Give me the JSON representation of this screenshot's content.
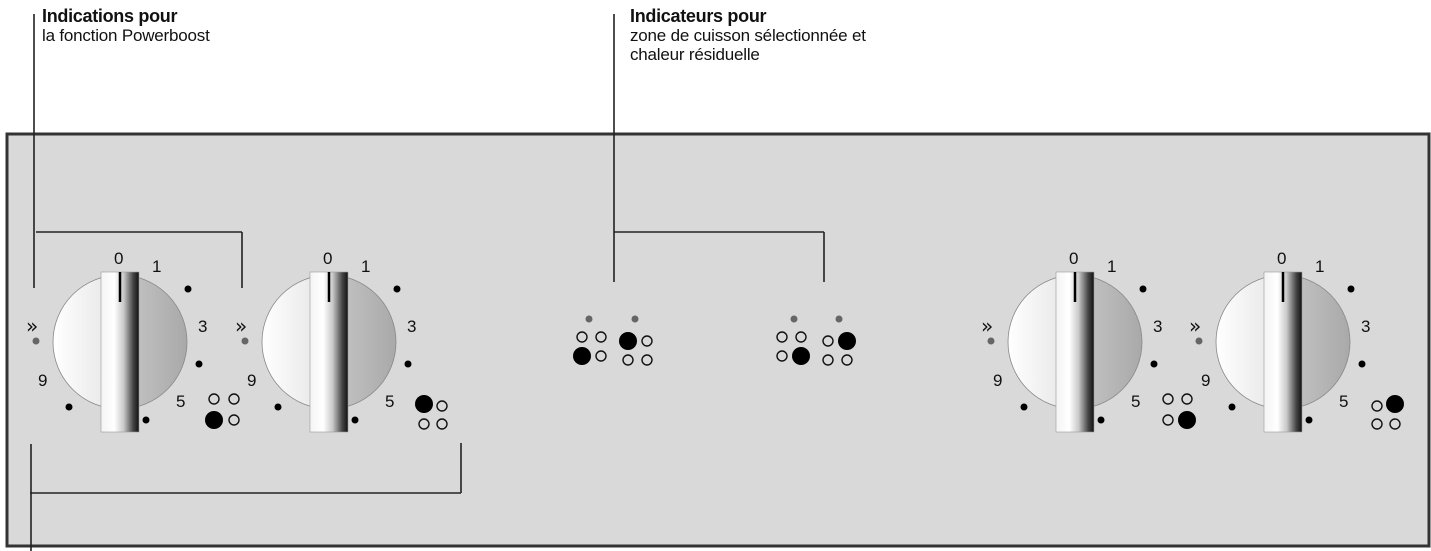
{
  "callouts": {
    "powerboost": {
      "heading": "Indications pour",
      "body_line1": "la fonction Powerboost"
    },
    "zone_indicators": {
      "heading": "Indicateurs pour",
      "body_line1": "zone de cuisson sélectionnée et",
      "body_line2": "chaleur résiduelle"
    }
  },
  "panel": {
    "background": "#d9d9d9",
    "border": "#333333"
  },
  "knobs": [
    {
      "id": "knob-1",
      "scale": [
        "0",
        "1",
        "3",
        "5",
        "9"
      ],
      "boost_symbol": ">>",
      "zone_pattern": "bottom-left"
    },
    {
      "id": "knob-2",
      "scale": [
        "0",
        "1",
        "3",
        "5",
        "9"
      ],
      "boost_symbol": ">>",
      "zone_pattern": "top-left"
    },
    {
      "id": "knob-3",
      "scale": [
        "0",
        "1",
        "3",
        "5",
        "9"
      ],
      "boost_symbol": ">>",
      "zone_pattern": "bottom-right"
    },
    {
      "id": "knob-4",
      "scale": [
        "0",
        "1",
        "3",
        "5",
        "9"
      ],
      "boost_symbol": ">>",
      "zone_pattern": "top-right"
    }
  ],
  "center_indicators": [
    {
      "id": "indicator-1",
      "zone_pattern": "bottom-left"
    },
    {
      "id": "indicator-2",
      "zone_pattern": "top-left"
    },
    {
      "id": "indicator-3",
      "zone_pattern": "bottom-right"
    },
    {
      "id": "indicator-4",
      "zone_pattern": "top-right"
    }
  ],
  "labels": {
    "k0": "0",
    "k1": "1",
    "k3": "3",
    "k5": "5",
    "k9": "9",
    "boost": "»"
  }
}
